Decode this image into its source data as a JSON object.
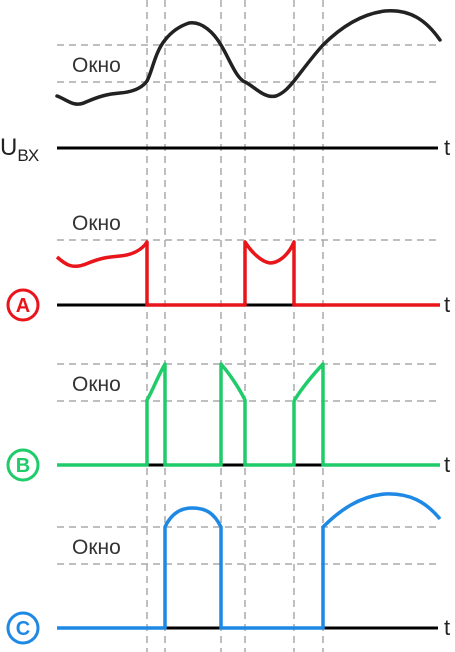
{
  "window_label": "Окно",
  "input_label": {
    "main": "U",
    "sub": "ВХ"
  },
  "time_label": "t",
  "badges": [
    {
      "letter": "A",
      "color": "#e8151b"
    },
    {
      "letter": "B",
      "color": "#20cc6a"
    },
    {
      "letter": "C",
      "color": "#1e88e5"
    }
  ],
  "colors": {
    "input_signal": "#222222",
    "axis": "#000000",
    "dashed_guides": "#aaaaaa",
    "trace_a": "#e8151b",
    "trace_b": "#20cc6a",
    "trace_c": "#1e88e5"
  }
}
